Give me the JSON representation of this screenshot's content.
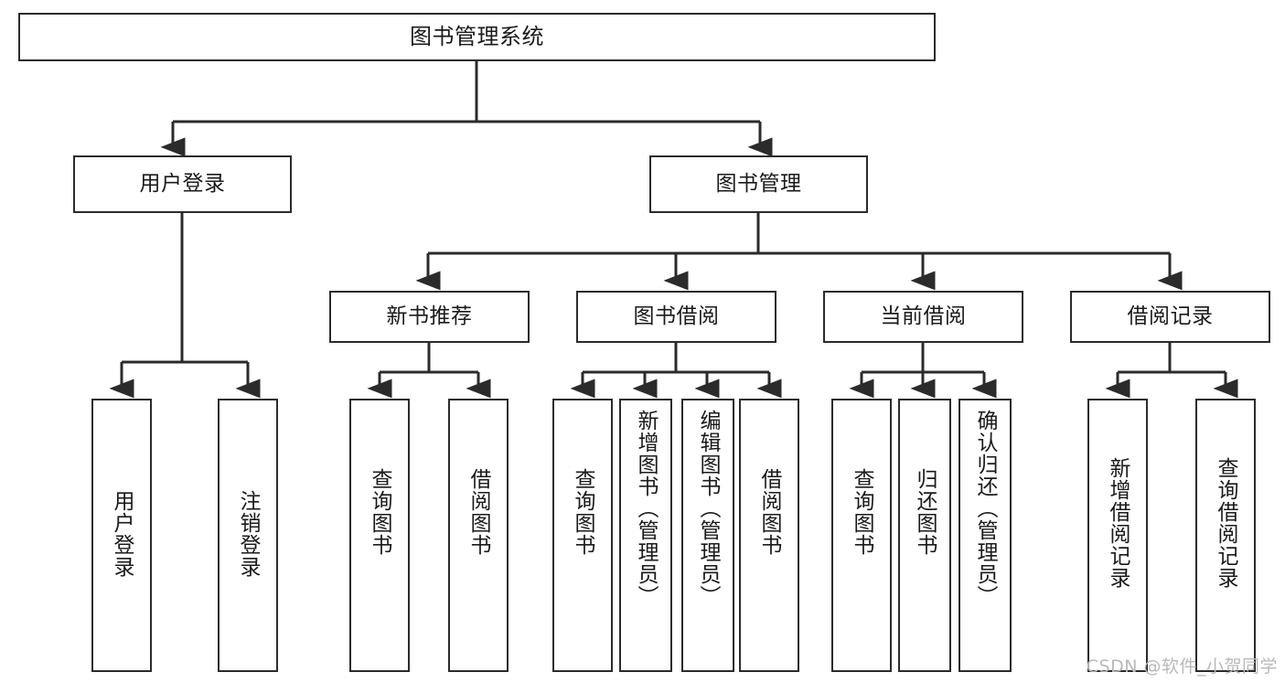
{
  "diagram": {
    "title": "图书管理系统",
    "type": "tree",
    "watermark": "CSDN @软件_小贺同学",
    "colors": {
      "box_border": "#2b2b2b",
      "box_fill": "#ffffff",
      "edge": "#2b2b2b",
      "background": "#ffffff",
      "watermark": "#b9b9b9"
    },
    "levels": {
      "root": {
        "label": "图书管理系统"
      },
      "level1": [
        {
          "id": "user-login",
          "label": "用户登录"
        },
        {
          "id": "book-manage",
          "label": "图书管理"
        }
      ],
      "level2": [
        {
          "id": "new-book-rec",
          "label": "新书推荐",
          "parent": "book-manage"
        },
        {
          "id": "book-borrow",
          "label": "图书借阅",
          "parent": "book-manage"
        },
        {
          "id": "current-borrow",
          "label": "当前借阅",
          "parent": "book-manage"
        },
        {
          "id": "borrow-record",
          "label": "借阅记录",
          "parent": "book-manage"
        }
      ],
      "leaves": [
        {
          "id": "leaf-user-login",
          "label": "用户登录",
          "parent": "user-login"
        },
        {
          "id": "leaf-logout",
          "label": "注销登录",
          "parent": "user-login"
        },
        {
          "id": "leaf-query-book-1",
          "label": "查询图书",
          "parent": "new-book-rec"
        },
        {
          "id": "leaf-borrow-book-1",
          "label": "借阅图书",
          "parent": "new-book-rec"
        },
        {
          "id": "leaf-query-book-2",
          "label": "查询图书",
          "parent": "book-borrow"
        },
        {
          "id": "leaf-add-book",
          "label": "新增图书（管理员）",
          "parent": "book-borrow"
        },
        {
          "id": "leaf-edit-book",
          "label": "编辑图书（管理员）",
          "parent": "book-borrow"
        },
        {
          "id": "leaf-borrow-book-2",
          "label": "借阅图书",
          "parent": "book-borrow"
        },
        {
          "id": "leaf-query-book-3",
          "label": "查询图书",
          "parent": "current-borrow"
        },
        {
          "id": "leaf-return-book",
          "label": "归还图书",
          "parent": "current-borrow"
        },
        {
          "id": "leaf-confirm-return",
          "label": "确认归还（管理员）",
          "parent": "current-borrow"
        },
        {
          "id": "leaf-add-record",
          "label": "新增借阅记录",
          "parent": "borrow-record"
        },
        {
          "id": "leaf-query-record",
          "label": "查询借阅记录",
          "parent": "borrow-record"
        }
      ]
    }
  }
}
